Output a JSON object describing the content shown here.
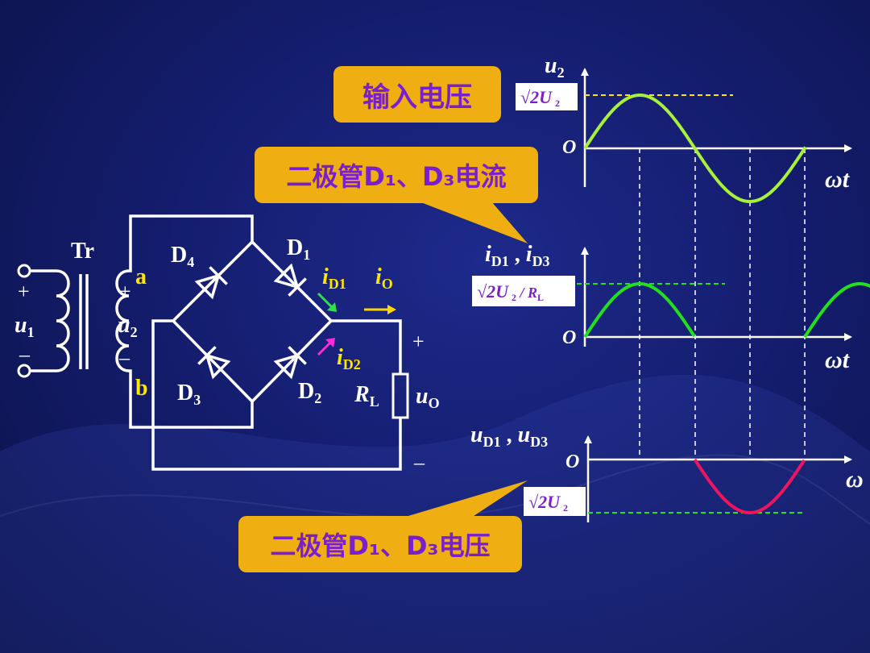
{
  "callouts": {
    "input_voltage": "输入电压",
    "d13_current": "二极管D₁、D₃电流",
    "d13_voltage": "二极管D₁、D₃电压"
  },
  "circuit": {
    "tr": "Tr",
    "u1": "u",
    "u1_sub": "1",
    "u2": "u",
    "u2_sub": "2",
    "node_a": "a",
    "node_b": "b",
    "d1": "D",
    "d1_sub": "1",
    "d2": "D",
    "d2_sub": "2",
    "d3": "D",
    "d3_sub": "3",
    "d4": "D",
    "d4_sub": "4",
    "id1": "i",
    "id1_sub": "D1",
    "id2": "i",
    "id2_sub": "D2",
    "io": "i",
    "io_sub": "O",
    "rl": "R",
    "rl_sub": "L",
    "uo": "u",
    "uo_sub": "O",
    "plus": "+",
    "minus": "–"
  },
  "waveforms": {
    "u2_axis": "u",
    "u2_axis_sub": "2",
    "u2_peak_label": "√2U",
    "u2_peak_sub": "2",
    "origin": "O",
    "wt": "ωt",
    "wt_cut": "ω",
    "i_axis": "i",
    "i_axis_sub1": "D1",
    "i_axis_sep": " , ",
    "i_axis_sub2": "D3",
    "i_peak_label": "√2U",
    "i_peak_sub": "2",
    "i_peak_rest": " / R",
    "i_peak_rest_sub": "L",
    "u_d_axis": "u",
    "u_d_axis_sub1": "D1",
    "u_d_axis_sep": " , ",
    "u_d_axis_sub2": "D3",
    "ud_peak_label": "√2U",
    "ud_peak_sub": "2"
  },
  "colors": {
    "background": "#141d6e",
    "callout": "#efae12",
    "callout_text": "#7a1fd0",
    "u2_wave": "#a8f03a",
    "id_wave": "#22e01c",
    "ud_wave": "#ee1560",
    "id1_arrow": "#2ee04a",
    "id2_arrow": "#ff2ad8",
    "io_arrow": "#ffd400"
  }
}
